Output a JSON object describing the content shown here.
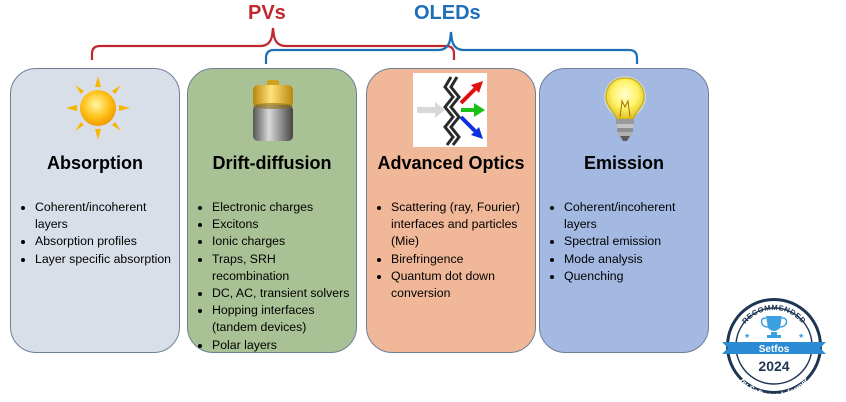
{
  "brackets": {
    "pv_label": "PVs",
    "oled_label": "OLEDs",
    "pv_color": "#c0282d",
    "oled_color": "#1f6fb8"
  },
  "cards": [
    {
      "title": "Absorption",
      "icon": "sun-icon",
      "color": "#d9dfe8",
      "items": [
        "Coherent/incoherent layers",
        "Absorption profiles",
        "Layer specific absorption"
      ]
    },
    {
      "title": "Drift-diffusion",
      "icon": "battery-icon",
      "color": "#a9c295",
      "items": [
        "Electronic charges",
        "Excitons",
        "Ionic charges",
        "Traps, SRH recombination",
        "DC, AC, transient solvers",
        "Hopping interfaces (tandem devices)",
        "Polar layers"
      ]
    },
    {
      "title": "Advanced Optics",
      "icon": "light-scattering-icon",
      "color": "#f0b899",
      "items": [
        "Scattering (ray, Fourier) interfaces and particles (Mie)",
        "Birefringence",
        "Quantum dot down conversion"
      ]
    },
    {
      "title": "Emission",
      "icon": "light-bulb-icon",
      "color": "#a4b9e2",
      "items": [
        "Coherent/incoherent layers",
        "Spectral emission",
        "Mode analysis",
        "Quenching"
      ]
    }
  ],
  "badge": {
    "top_text": "RECOMMENDED",
    "product": "Setfos",
    "year": "2024",
    "bottom_text": "by Software Informer"
  }
}
